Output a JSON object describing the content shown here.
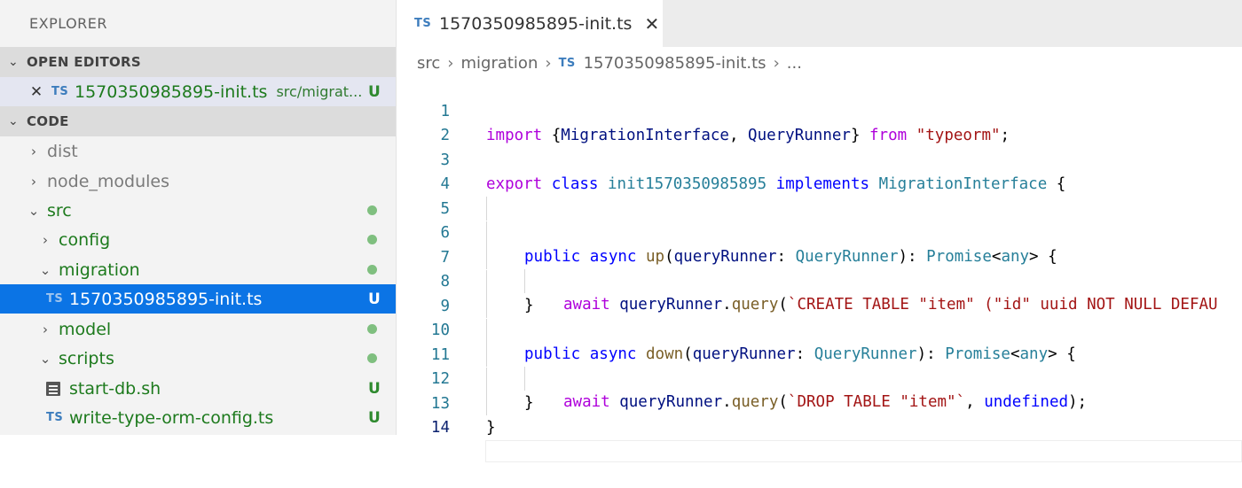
{
  "sidebar": {
    "title": "EXPLORER",
    "open_editors": {
      "header": "OPEN EDITORS",
      "items": [
        {
          "icon": "TS",
          "name": "1570350985895-init.ts",
          "path": "src/migrat...",
          "status": "U"
        }
      ]
    },
    "code": {
      "header": "CODE",
      "items": [
        {
          "name": "dist"
        },
        {
          "name": "node_modules"
        },
        {
          "name": "src"
        },
        {
          "name": "config"
        },
        {
          "name": "migration"
        },
        {
          "icon": "TS",
          "name": "1570350985895-init.ts",
          "status": "U"
        },
        {
          "name": "model"
        },
        {
          "name": "scripts"
        },
        {
          "icon": "shell-file-icon",
          "name": "start-db.sh",
          "status": "U"
        },
        {
          "icon": "TS",
          "name": "write-type-orm-config.ts",
          "status": "U"
        }
      ]
    }
  },
  "tab": {
    "icon": "TS",
    "label": "1570350985895-init.ts",
    "close": "✕"
  },
  "breadcrumb": {
    "parts": [
      "src",
      "migration",
      "1570350985895-init.ts",
      "..."
    ],
    "icon": "TS"
  },
  "editor": {
    "line_numbers": [
      "1",
      "2",
      "3",
      "4",
      "5",
      "6",
      "7",
      "8",
      "9",
      "10",
      "11",
      "12",
      "13",
      "14"
    ],
    "tokens": {
      "l1": [
        "import",
        " {",
        "MigrationInterface",
        ", ",
        "QueryRunner",
        "} ",
        "from",
        " ",
        "\"typeorm\"",
        ";"
      ],
      "l3": [
        "export",
        " ",
        "class",
        " ",
        "init1570350985895",
        " ",
        "implements",
        " ",
        "MigrationInterface",
        " {"
      ],
      "l5": [
        "public",
        " ",
        "async",
        " ",
        "up",
        "(",
        "queryRunner",
        ": ",
        "QueryRunner",
        "): ",
        "Promise",
        "<",
        "any",
        "> {"
      ],
      "l6": [
        "await",
        " ",
        "queryRunner",
        ".",
        "query",
        "(",
        "`CREATE TABLE \"item\" (\"id\" uuid NOT NULL DEFAU"
      ],
      "l7": [
        "}"
      ],
      "l9": [
        "public",
        " ",
        "async",
        " ",
        "down",
        "(",
        "queryRunner",
        ": ",
        "QueryRunner",
        "): ",
        "Promise",
        "<",
        "any",
        "> {"
      ],
      "l10": [
        "await",
        " ",
        "queryRunner",
        ".",
        "query",
        "(",
        "`DROP TABLE \"item\"`",
        ", ",
        "undefined",
        ");"
      ],
      "l11": [
        "}"
      ],
      "l13": [
        "}"
      ]
    }
  },
  "colors": {
    "keyword_control": "#af00db",
    "keyword": "#0000ff",
    "type": "#267f99",
    "function": "#795e26",
    "variable": "#001080",
    "string": "#a31515",
    "line_number": "#237893",
    "selection": "#0b74e5",
    "untracked": "#2f8a2f"
  }
}
